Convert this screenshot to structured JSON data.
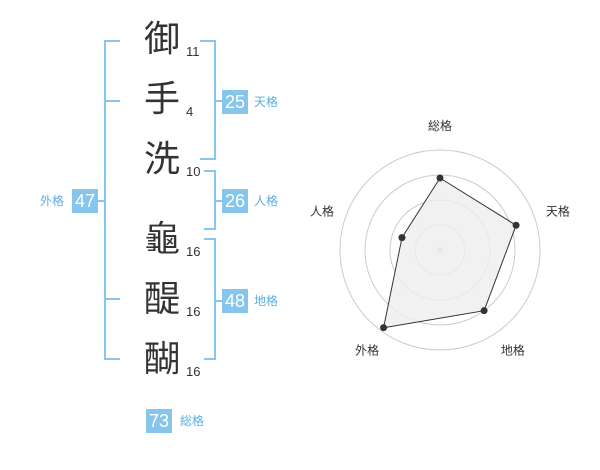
{
  "name_chars": [
    {
      "char": "御",
      "strokes": "11"
    },
    {
      "char": "手",
      "strokes": "4"
    },
    {
      "char": "洗",
      "strokes": "10"
    },
    {
      "char": "龜",
      "strokes": "16"
    },
    {
      "char": "醍",
      "strokes": "16"
    },
    {
      "char": "醐",
      "strokes": "16"
    }
  ],
  "scores": {
    "tenkaku": {
      "value": "25",
      "label": "天格"
    },
    "jinkaku": {
      "value": "26",
      "label": "人格"
    },
    "chikaku": {
      "value": "48",
      "label": "地格"
    },
    "gaikaku": {
      "value": "47",
      "label": "外格"
    },
    "soukaku": {
      "value": "73",
      "label": "総格"
    }
  },
  "chart_data": {
    "type": "radar",
    "axes": [
      "総格",
      "天格",
      "地格",
      "外格",
      "人格"
    ],
    "values": [
      0.72,
      0.8,
      0.75,
      0.96,
      0.4
    ],
    "max": 1,
    "grid_rings": 4
  },
  "colors": {
    "accent": "#86c6ec",
    "label": "#5aaee0",
    "fill": "#eeeeee",
    "line": "#333333"
  }
}
